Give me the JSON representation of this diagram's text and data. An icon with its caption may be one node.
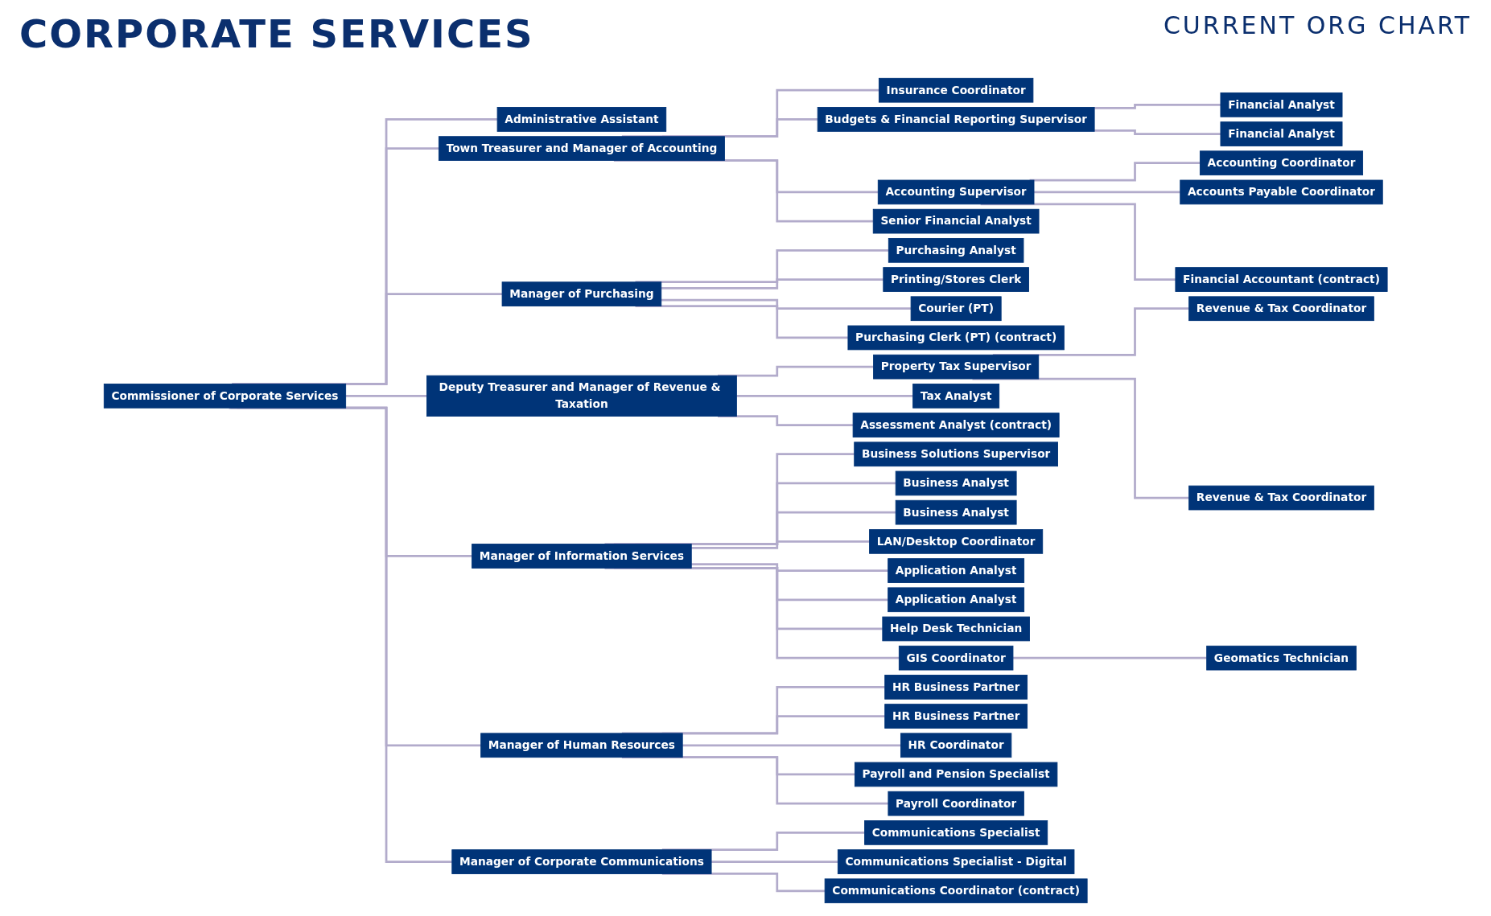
{
  "diagram": {
    "title": "CORPORATE SERVICES",
    "nodes": [
      {
        "text": [
          "Commissioner of Corporate Services"
        ]
      },
      {
        "text": [
          "Administrative Assistant"
        ]
      },
      {
        "text": [
          "Town Treasurer and Manager of Accounting"
        ]
      },
      {
        "text": [
          "Manager of Purchasing"
        ]
      },
      {
        "text": [
          "Deputy Treasurer and Manager of Revenue & Taxation"
        ]
      },
      {
        "text": [
          "Manager of Information Services"
        ]
      },
      {
        "text": [
          "Manager of Human Resources"
        ]
      },
      {
        "text": [
          "Manager of Corporate Communications"
        ]
      },
      {
        "text": [
          "Insurance Coordinator"
        ]
      },
      {
        "text": [
          "Budgets & Financial Reporting Supervisor"
        ]
      },
      {
        "text": [
          "Financial Analyst"
        ]
      },
      {
        "text": [
          "Financial Analyst"
        ]
      },
      {
        "text": [
          "Accounting Supervisor"
        ]
      },
      {
        "text": [
          "Accounting Coordinator"
        ]
      },
      {
        "text": [
          "Accounts Payable Coordinator"
        ]
      },
      {
        "text": [
          "Financial Accountant (contract)"
        ]
      },
      {
        "text": [
          "Senior Financial Analyst"
        ]
      },
      {
        "text": [
          "Purchasing Analyst"
        ]
      },
      {
        "text": [
          "Printing/Stores Clerk"
        ]
      },
      {
        "text": [
          "Courier (PT)"
        ]
      },
      {
        "text": [
          "Purchasing Clerk (PT) (contract)"
        ]
      },
      {
        "text": [
          "Property Tax Supervisor"
        ]
      },
      {
        "text": [
          "Revenue & Tax Coordinator"
        ]
      },
      {
        "text": [
          "Revenue & Tax Coordinator"
        ]
      },
      {
        "text": [
          "Tax Analyst"
        ]
      },
      {
        "text": [
          "Assessment Analyst (contract)"
        ]
      },
      {
        "text": [
          "Business Solutions Supervisor"
        ]
      },
      {
        "text": [
          "Business Analyst"
        ]
      },
      {
        "text": [
          "Business Analyst"
        ]
      },
      {
        "text": [
          "LAN/Desktop Coordinator"
        ]
      },
      {
        "text": [
          "Application Analyst"
        ]
      },
      {
        "text": [
          "Application Analyst"
        ]
      },
      {
        "text": [
          "Help Desk Technician"
        ]
      },
      {
        "text": [
          "GIS Coordinator"
        ]
      },
      {
        "text": [
          "Geomatics Technician"
        ]
      },
      {
        "text": [
          "HR Business Partner"
        ]
      },
      {
        "text": [
          "HR Business Partner"
        ]
      },
      {
        "text": [
          "HR Coordinator"
        ]
      },
      {
        "text": [
          "Payroll and Pension Specialist"
        ]
      },
      {
        "text": [
          "Payroll Coordinator"
        ]
      },
      {
        "text": [
          "Communications Specialist"
        ]
      },
      {
        "text": [
          "Communications Specialist - Digital"
        ]
      },
      {
        "text": [
          "Communications Coordinator (contract)"
        ]
      }
    ],
    "edges": [
      {
        "from": 0,
        "to": 1,
        "arrow": "none"
      },
      {
        "from": 0,
        "to": 2,
        "arrow": "none"
      },
      {
        "from": 0,
        "to": 3,
        "arrow": "none"
      },
      {
        "from": 0,
        "to": 4,
        "arrow": "none"
      },
      {
        "from": 0,
        "to": 5,
        "arrow": "none"
      },
      {
        "from": 0,
        "to": 6,
        "arrow": "none"
      },
      {
        "from": 0,
        "to": 7,
        "arrow": "none"
      },
      {
        "from": 2,
        "to": 8,
        "arrow": "none"
      },
      {
        "from": 2,
        "to": 9,
        "arrow": "none"
      },
      {
        "from": 9,
        "to": 10,
        "arrow": "none"
      },
      {
        "from": 9,
        "to": 11,
        "arrow": "none"
      },
      {
        "from": 2,
        "to": 12,
        "arrow": "none"
      },
      {
        "from": 12,
        "to": 13,
        "arrow": "none"
      },
      {
        "from": 12,
        "to": 14,
        "arrow": "none"
      },
      {
        "from": 12,
        "to": 15,
        "arrow": "none"
      },
      {
        "from": 2,
        "to": 16,
        "arrow": "none"
      },
      {
        "from": 3,
        "to": 17,
        "arrow": "none"
      },
      {
        "from": 3,
        "to": 18,
        "arrow": "none"
      },
      {
        "from": 3,
        "to": 19,
        "arrow": "none"
      },
      {
        "from": 3,
        "to": 20,
        "arrow": "none"
      },
      {
        "from": 4,
        "to": 21,
        "arrow": "none"
      },
      {
        "from": 21,
        "to": 22,
        "arrow": "none"
      },
      {
        "from": 21,
        "to": 23,
        "arrow": "none"
      },
      {
        "from": 4,
        "to": 24,
        "arrow": "none"
      },
      {
        "from": 4,
        "to": 25,
        "arrow": "none"
      },
      {
        "from": 5,
        "to": 26,
        "arrow": "none"
      },
      {
        "from": 5,
        "to": 27,
        "arrow": "none"
      },
      {
        "from": 5,
        "to": 28,
        "arrow": "none"
      },
      {
        "from": 5,
        "to": 29,
        "arrow": "none"
      },
      {
        "from": 5,
        "to": 30,
        "arrow": "none"
      },
      {
        "from": 5,
        "to": 31,
        "arrow": "none"
      },
      {
        "from": 5,
        "to": 32,
        "arrow": "none"
      },
      {
        "from": 5,
        "to": 33,
        "arrow": "none"
      },
      {
        "from": 33,
        "to": 34,
        "arrow": "none"
      },
      {
        "from": 6,
        "to": 35,
        "arrow": "none"
      },
      {
        "from": 6,
        "to": 36,
        "arrow": "none"
      },
      {
        "from": 6,
        "to": 37,
        "arrow": "none"
      },
      {
        "from": 6,
        "to": 38,
        "arrow": "none"
      },
      {
        "from": 6,
        "to": 39,
        "arrow": "none"
      },
      {
        "from": 7,
        "to": 40,
        "arrow": "none"
      },
      {
        "from": 7,
        "to": 41,
        "arrow": "none"
      },
      {
        "from": 7,
        "to": 42,
        "arrow": "none"
      }
    ],
    "labels": [
      "CURRENT ORG CHART"
    ]
  }
}
